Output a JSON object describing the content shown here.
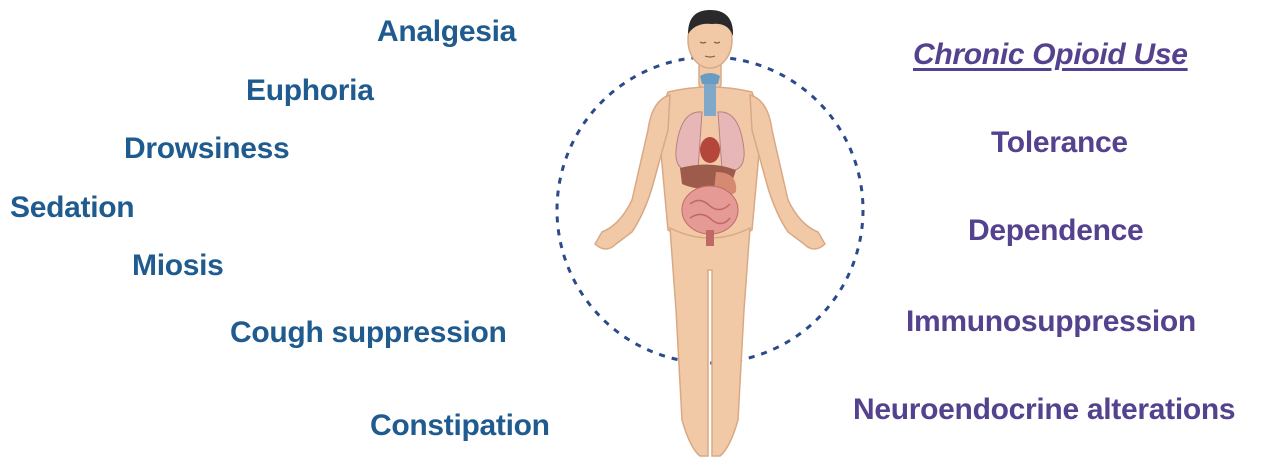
{
  "acute_effects": [
    "Analgesia",
    "Euphoria",
    "Drowsiness",
    "Sedation",
    "Miosis",
    "Cough suppression",
    "Constipation"
  ],
  "chronic": {
    "heading": "Chronic Opioid Use",
    "effects": [
      "Tolerance",
      "Dependence",
      "Immunosuppression",
      "Neuroendocrine alterations"
    ]
  },
  "colors": {
    "acute_text": "#1f5b8f",
    "chronic_text": "#55428f",
    "circle": "#2b4a8a",
    "skin": "#f2c9a6",
    "hair": "#2a2a2a"
  },
  "icons": [
    "human-body-icon"
  ]
}
